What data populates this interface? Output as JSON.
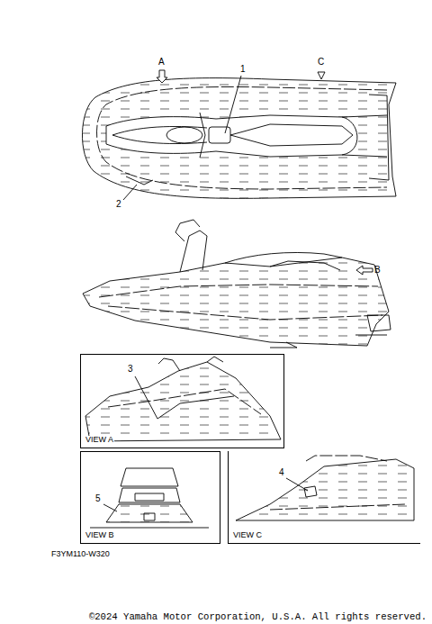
{
  "diagram": {
    "nodes": [
      {
        "text": [
          "VIEW A"
        ]
      },
      {
        "text": [
          "VIEW B"
        ]
      },
      {
        "text": [
          "VIEW C"
        ]
      }
    ],
    "labels": [
      "A",
      "C",
      "1",
      "2",
      "B",
      "3",
      "4",
      "5",
      "F3YM110-W320",
      "©2024 Yamaha Motor Corporation, U.S.A. All rights reserved."
    ]
  }
}
